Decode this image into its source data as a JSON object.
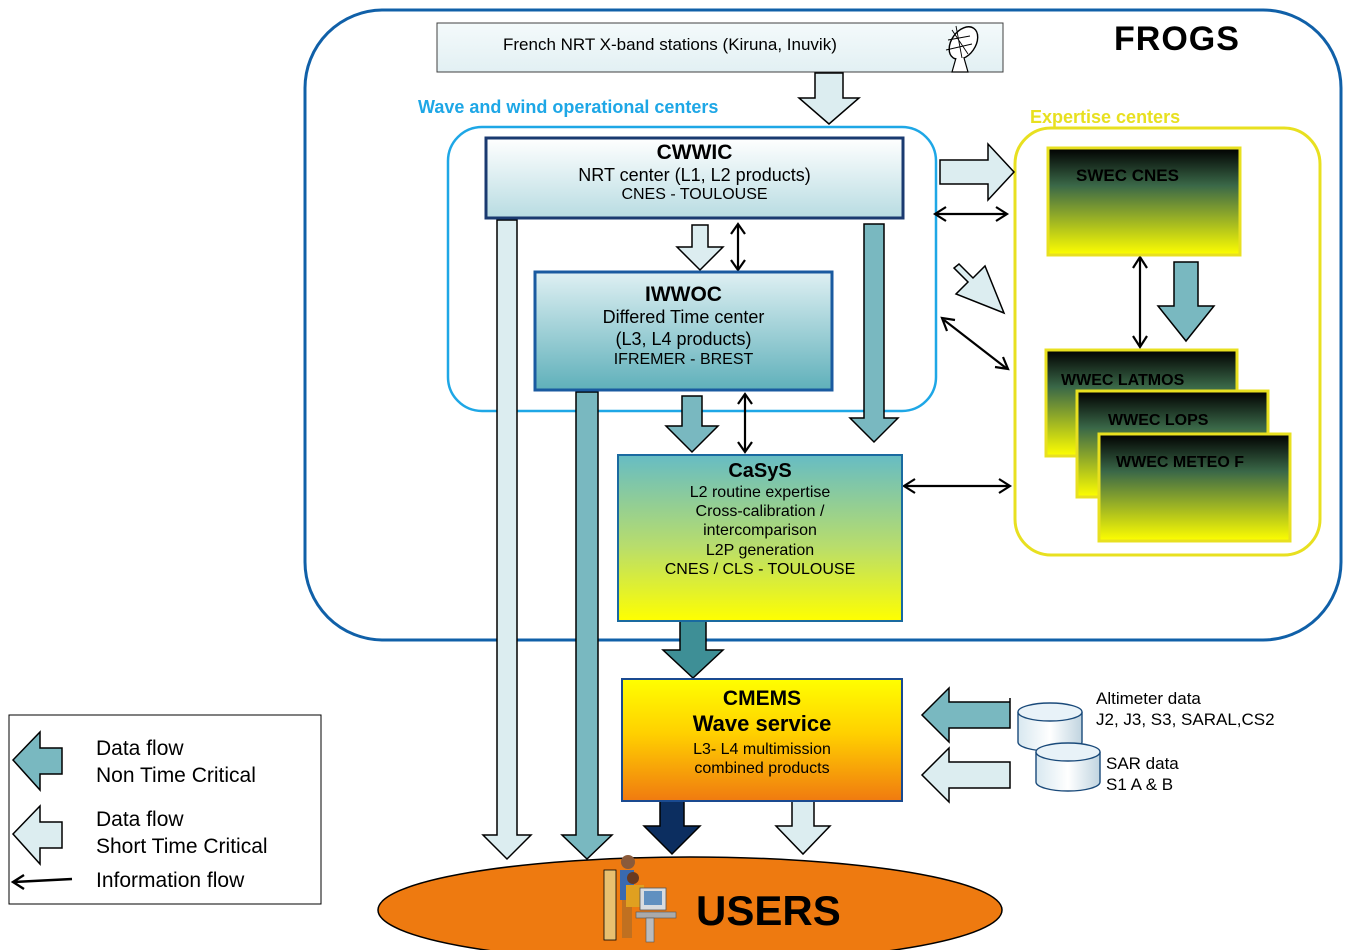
{
  "frogs": {
    "title": "FROGS"
  },
  "stations": {
    "label": "French NRT X-band stations (Kiruna, Inuvik)"
  },
  "ops_group": {
    "title": "Wave and wind operational centers"
  },
  "expertise_group": {
    "title": "Expertise centers"
  },
  "cwwic": {
    "title": "CWWIC",
    "line1": "NRT center (L1, L2 products)",
    "line2": "CNES - TOULOUSE"
  },
  "iwwoc": {
    "title": "IWWOC",
    "line1": "Differed Time center",
    "line2": "(L3, L4 products)",
    "line3": "IFREMER - BREST"
  },
  "casys": {
    "title": "CaSyS",
    "line1": "L2 routine expertise",
    "line2": "Cross-calibration /",
    "line3": "intercomparison",
    "line4": "L2P generation",
    "line5": "CNES / CLS - TOULOUSE"
  },
  "cmems": {
    "title": "CMEMS",
    "subtitle": "Wave service",
    "line1": "L3- L4 multimission",
    "line2": "combined products"
  },
  "swec": {
    "label": "SWEC CNES"
  },
  "wwec": {
    "latmos": "WWEC LATMOS",
    "lops": "WWEC LOPS",
    "meteo": "WWEC METEO F"
  },
  "altimeter": {
    "line1": "Altimeter data",
    "line2": "J2, J3, S3, SARAL,CS2"
  },
  "sar": {
    "line1": "SAR data",
    "line2": "S1 A & B"
  },
  "users": {
    "label": "USERS"
  },
  "legend": {
    "item1_line1": "Data flow",
    "item1_line2": "Non Time Critical",
    "item2_line1": "Data flow",
    "item2_line2": "Short Time Critical",
    "item3": "Information flow"
  },
  "colors": {
    "frogs_border": "#1060a8",
    "ops_border": "#1ea7e6",
    "ops_title": "#1ea7e6",
    "expertise_border": "#e8e020",
    "expertise_title": "#e8e020",
    "arrow_ntc": "#79b8c0",
    "arrow_stc": "#dcedf0",
    "arrow_cmems": "#3e8f96",
    "arrow_dark": "#0c2e60",
    "users_fill": "#ee7a10"
  }
}
